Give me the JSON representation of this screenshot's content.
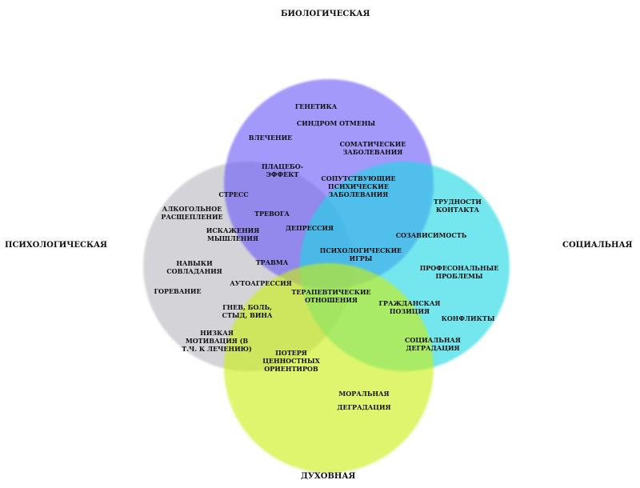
{
  "diagram": {
    "circles": [
      {
        "key": "bio",
        "color": "#6a5af9",
        "title": "БИОЛОГИЧЕСКАЯ"
      },
      {
        "key": "psy",
        "color": "#b9b9c0",
        "title": "ПСИХОЛОГИЧЕСКАЯ"
      },
      {
        "key": "soc",
        "color": "#1fd6e3",
        "title": "СОЦИАЛЬНАЯ"
      },
      {
        "key": "spi",
        "color": "#c9ef12",
        "title": "ДУХОВНАЯ"
      }
    ],
    "terms": [
      "ГЕНЕТИКА",
      "СИНДРОМ ОТМЕНЫ",
      "ВЛЕЧЕНИЕ",
      "СОМАТИЧЕСКИЕ\nЗАБОЛЕВАНИЯ",
      "ПЛАЦЕБО-\nЭФФЕКТ",
      "СОПУТСТВУЮЩИЕ\nПСИХИЧЕСКИЕ\nЗАБОЛЕВАНИЯ",
      "СТРЕСС",
      "ТРЕВОГА",
      "АЛКОГОЛЬНОЕ\nРАСЩЕПЛЕНИЕ",
      "ИСКАЖЕНИЯ\nМЫШЛЕНИЯ",
      "ДЕПРЕССИЯ",
      "ТРУДНОСТИ\nКОНТАКТА",
      "СОЗАВИСИМОСТЬ",
      "ПСИХОЛОГИЧЕСКИЕ\nИГРЫ",
      "НАВЫКИ\nСОВЛАДАНИЯ",
      "ТРАВМА",
      "ПРОФЕСОНАЛЬНЫЕ\nПРОБЛЕМЫ",
      "АУТОАГРЕССИЯ",
      "ТЕРАПЕВТИЧЕСКИЕ\nОТНОШЕНИЯ",
      "ГОРЕВАНИЕ",
      "ГРАЖДАНСКАЯ\nПОЗИЦИЯ",
      "ГНЕВ, БОЛЬ,\nСТЫД, ВИНА",
      "КОНФЛИКТЫ",
      "НИЗКАЯ\nМОТИВАЦИЯ (В\nТ.Ч. К ЛЕЧЕНИЮ)",
      "СОЦИАЛЬНАЯ\nДЕГРАДАЦИЯ",
      "ПОТЕРЯ\nЦЕННОСТНЫХ\nОРИЕНТИРОВ",
      "МОРАЛЬНАЯ",
      "ДЕГРАДАЦИЯ"
    ]
  }
}
